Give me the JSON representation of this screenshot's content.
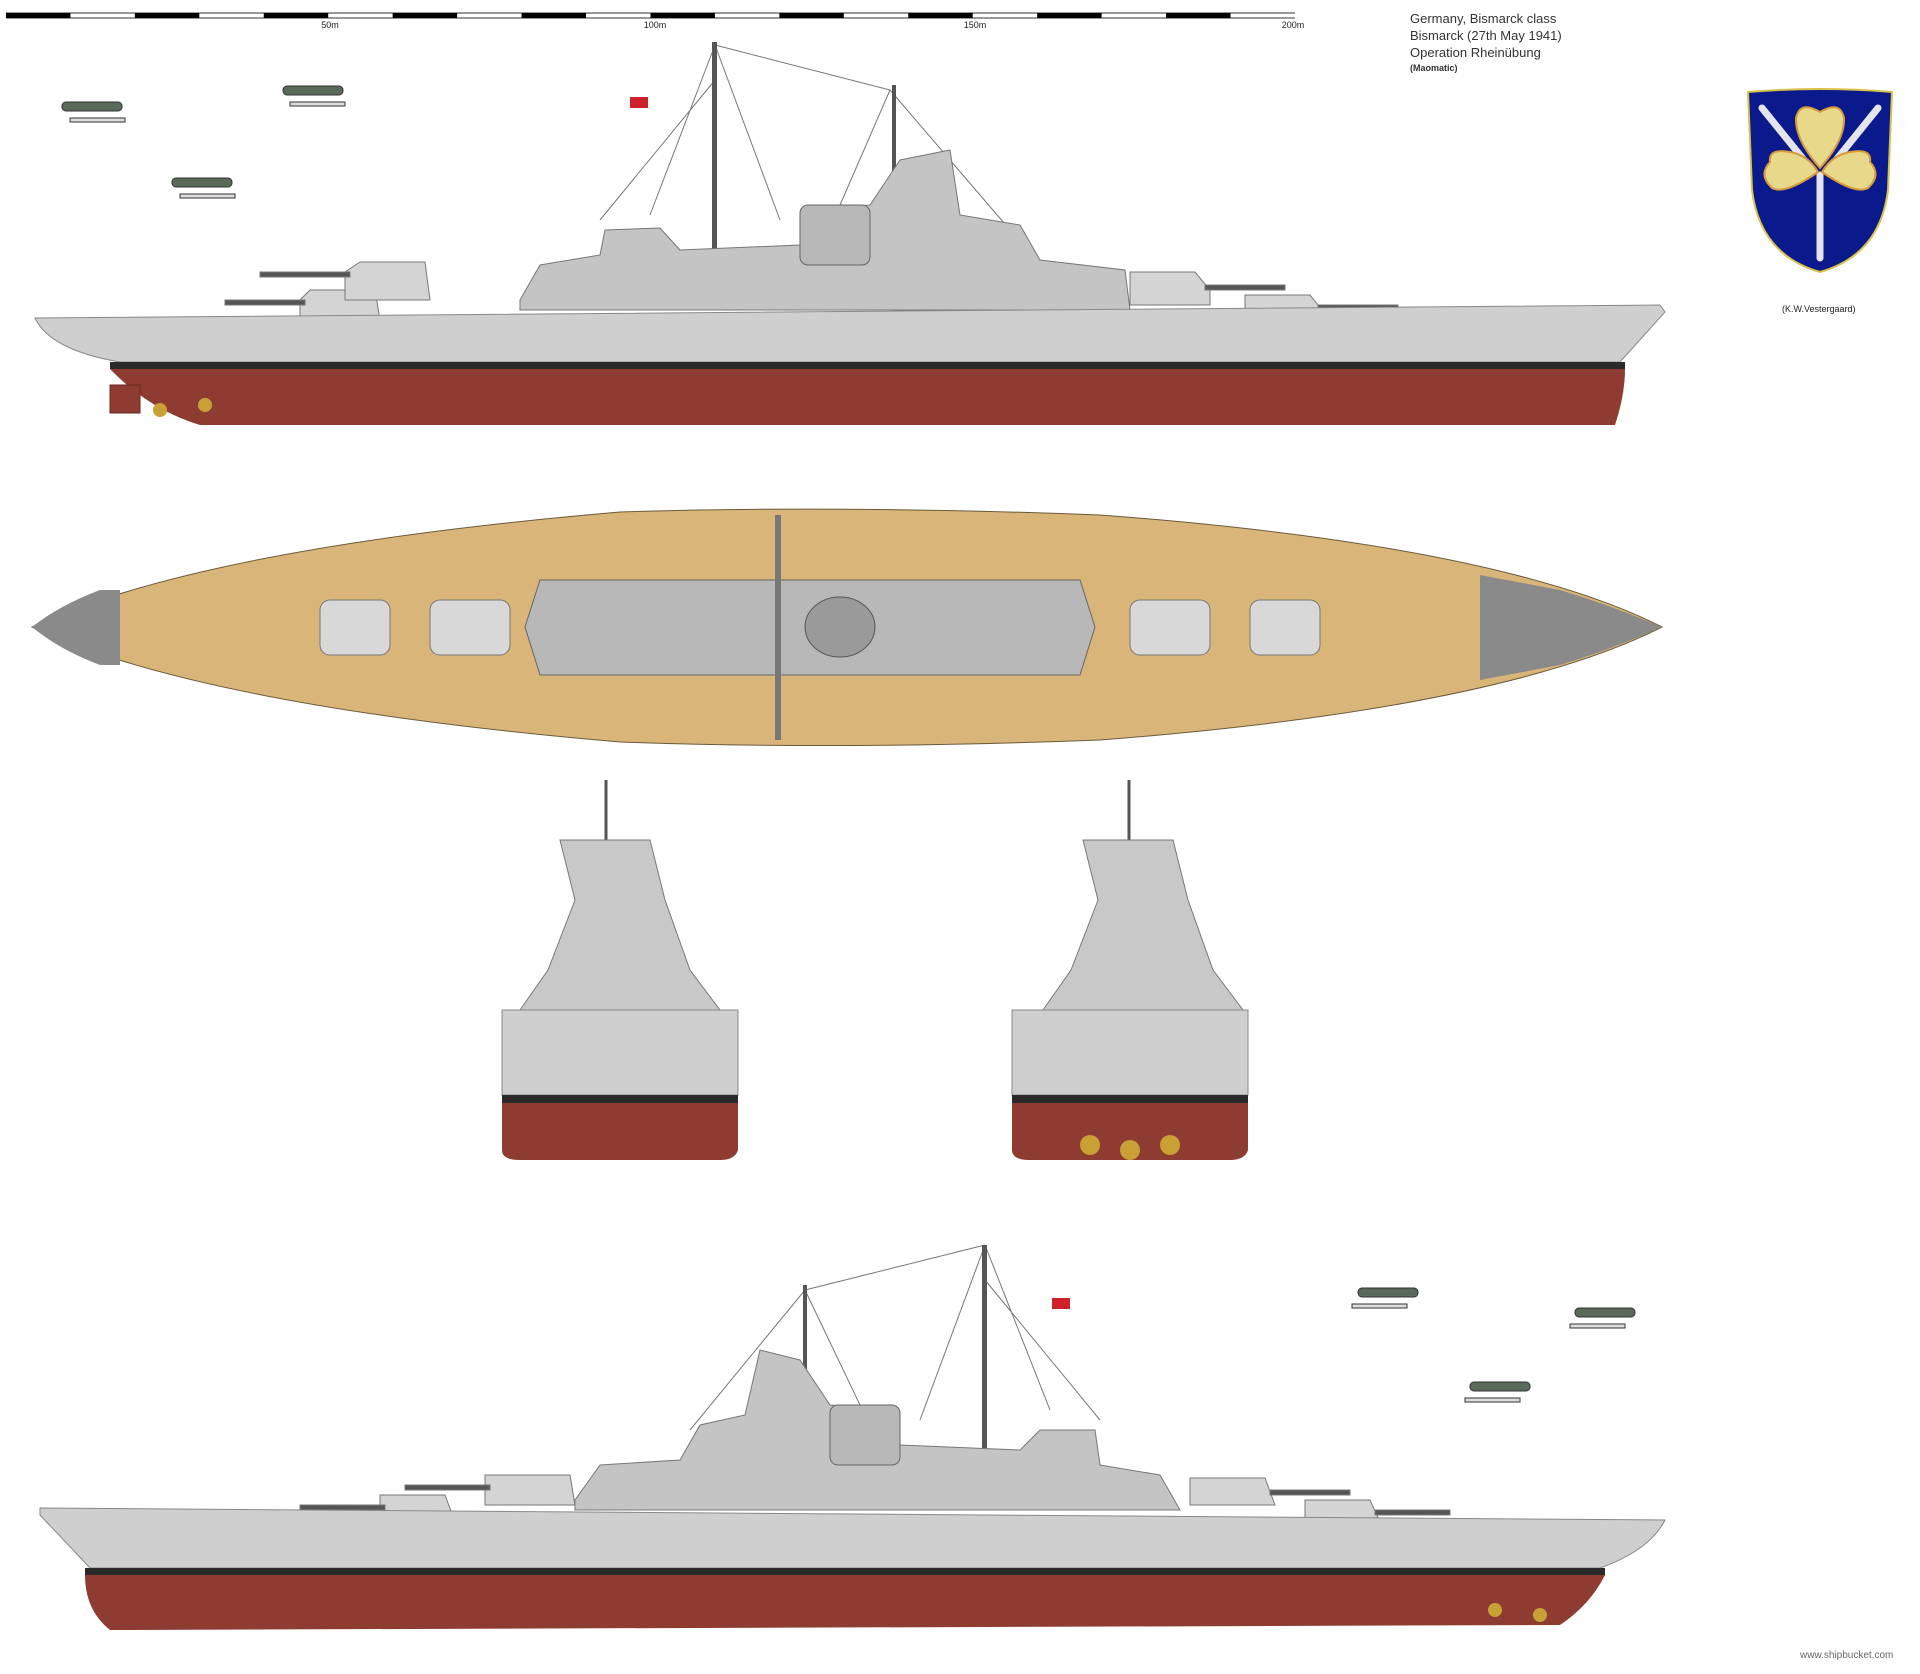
{
  "title": {
    "line1": "Germany, Bismarck class",
    "line2": "Bismarck  (27th May 1941)",
    "line3": "Operation Rheinübung",
    "author": "(Maomatic)"
  },
  "scale": {
    "segments": 20,
    "labels": [
      "50m",
      "100m",
      "150m",
      "200m"
    ]
  },
  "crest": {
    "credit": "(K.W.Vestergaard)",
    "colors": {
      "field": "#0a1a8c",
      "leaf": "#e8d98a",
      "border": "#d8c24a",
      "oak": "#e0e0e8"
    }
  },
  "site_credit": "www.shipbucket.com",
  "colors": {
    "hull_red": "#8e3b31",
    "hull_grey": "#cfcfcf",
    "boot_top": "#2a2a2a",
    "deck": "#d9b57a",
    "superstructure": "#c8c8c8"
  }
}
